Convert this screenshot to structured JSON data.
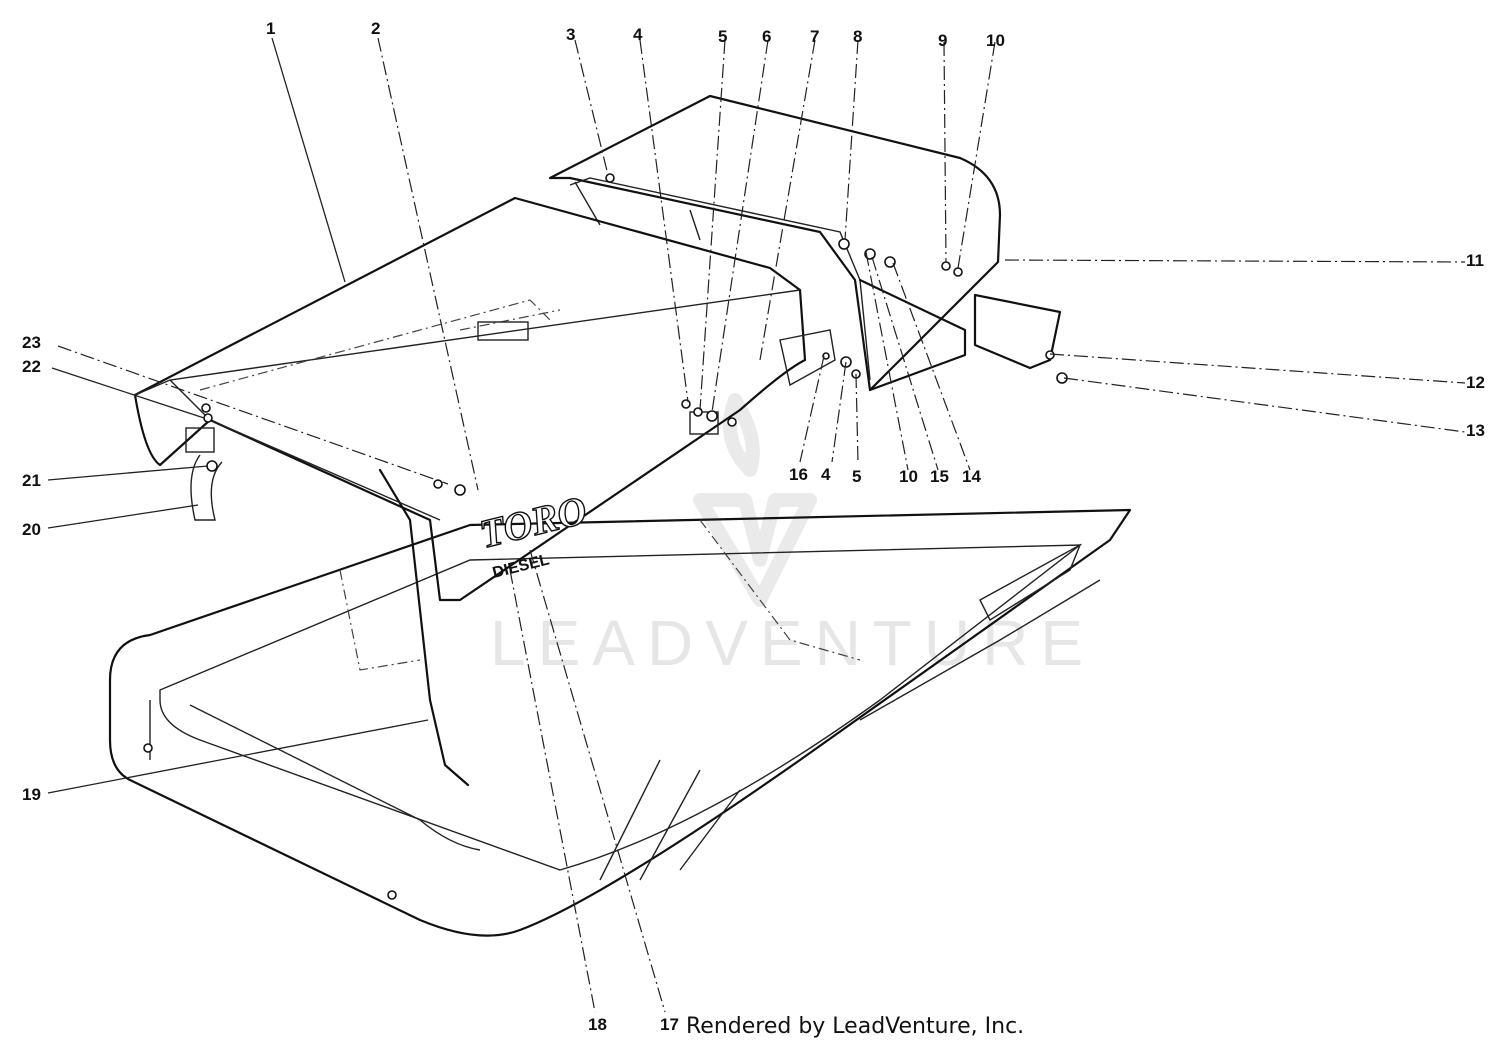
{
  "callouts": [
    "1",
    "2",
    "3",
    "4",
    "5",
    "6",
    "7",
    "8",
    "9",
    "10",
    "11",
    "12",
    "13",
    "14",
    "15",
    "16",
    "4",
    "5",
    "10",
    "17",
    "18",
    "19",
    "20",
    "21",
    "22",
    "23"
  ],
  "brand_text": "TORO",
  "model_text": "DIESEL",
  "watermark_text": "LEADVENTURE",
  "credit": "Rendered by LeadVenture, Inc."
}
